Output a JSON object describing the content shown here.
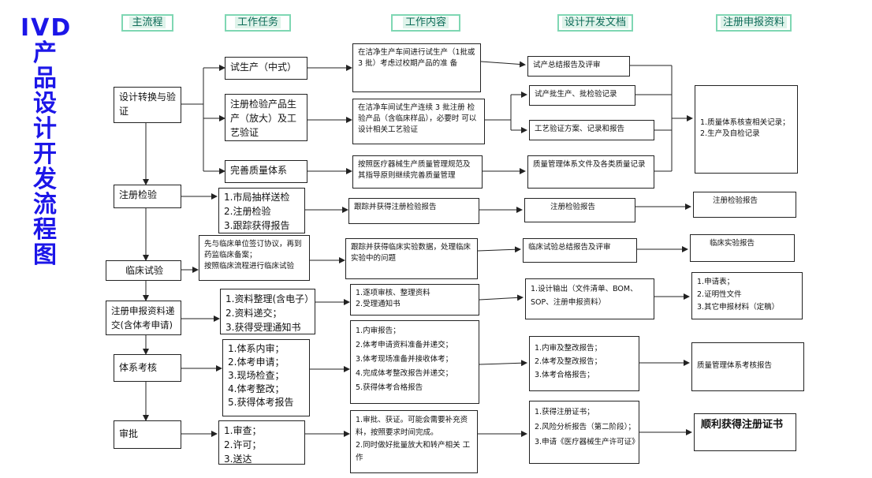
{
  "title": {
    "latin": "IVD",
    "chars": [
      "产",
      "品",
      "设",
      "计",
      "开",
      "发",
      "流",
      "程",
      "图"
    ]
  },
  "headers": [
    "主流程",
    "工作任务",
    "工作内容",
    "设计开发文档",
    "注册申报资料"
  ],
  "main": {
    "design_transfer": "设计转换与验证",
    "registration_test": "注册检验",
    "clinical_trial": "临床试验",
    "submission": "注册申报资料递交(含体考申请)",
    "system_audit": "体系考核",
    "approval": "审批"
  },
  "tasks": {
    "trial_production": "试生产（中式）",
    "registration_sample": "注册检验产品生产（放大）及工艺验证",
    "quality_system": "完善质量体系",
    "reg_test_items": [
      "1.市局抽样送检",
      "2.注册检验",
      "3.跟踪获得报告"
    ],
    "clinical_items": [
      "先与临床单位签订协议，再到药监临床备案；",
      "按照临床流程进行临床试验"
    ],
    "submission_items": [
      "1.资料整理(含电子）",
      "2.资料递交；",
      "3.获得受理通知书"
    ],
    "audit_items": [
      "1.体系内审；",
      "2.体考申请；",
      "3.现场检查；",
      "4.体考整改；",
      "5.获得体考报告"
    ],
    "approval_items": [
      "1.审查；",
      "2.许可；",
      "3.送达"
    ]
  },
  "content": {
    "trial_production": "在洁净生产车间进行试生产（1批或 3 批）考虑过校期产品的准 备",
    "registration_sample": "在洁净车间试生产连续 3 批注册 检验产品（含临床样品），必要时 可以设计相关工艺验证",
    "quality_system": "按照医疗器械生产质量管理规范及其指导原则继续完善质量管理",
    "reg_test": "跟踪并获得注册检验报告",
    "clinical": "跟踪并获得临床实验数据，处理临床实验中的问题",
    "submission": [
      "1.逐项审核、整理资料",
      "2.受理通知书"
    ],
    "audit": [
      "1.内审报告；",
      "2.体考申请资料准备并递交；",
      "3.体考现场准备并接收体考；",
      "4.完成体考整改报告并递交；",
      "5.获得体考合格报告"
    ],
    "approval": [
      "1.审批、获证。可能会需要补充资 料，按照要求时间完成。",
      "2.同时做好批量放大和转产相关 工作"
    ]
  },
  "docs": {
    "trial_report": "试产总结报告及评审",
    "batch_record": "试产批生产、批检验记录",
    "process_validation": "工艺验证方案、记录和报告",
    "qms_docs": "质量管理体系文件及各类质量记录",
    "reg_test_report": "注册检验报告",
    "clinical_report": "临床试验总结报告及评审",
    "design_output": [
      "1.设计输出（文件清单、BOM、SOP、注册申报资料）"
    ],
    "audit_docs": [
      "1.内审及整改报告；",
      "2.体考及整改报告；",
      "3.体考合格报告；"
    ],
    "approval_docs": [
      "1.获得注册证书；",
      "2.风险分析报告（第二阶段）；",
      "3.申请《医疗器械生产许可证》"
    ]
  },
  "submission_docs": {
    "qms_records": [
      "1.质量体系核查相关记录；",
      "2.生产及自检记录"
    ],
    "reg_test_report": "注册检验报告",
    "clinical_report": "临床实验报告",
    "application": [
      "1.申请表；",
      "2.证明性文件",
      "3.其它申报材料（定稿）"
    ],
    "audit_report": "质量管理体系考核报告",
    "certificate": "顺利获得注册证书"
  }
}
